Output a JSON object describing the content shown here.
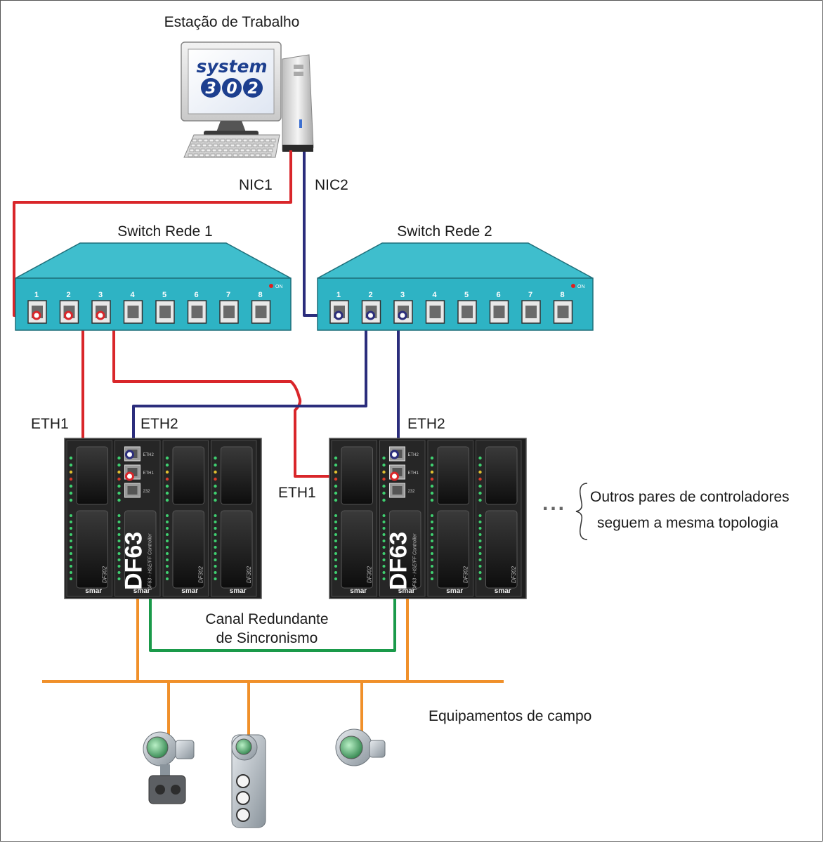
{
  "workstation": {
    "title": "Estação de Trabalho",
    "logo_line1": "system",
    "logo_digits": [
      "3",
      "0",
      "2"
    ],
    "nic1_label": "NIC1",
    "nic2_label": "NIC2"
  },
  "switches": [
    {
      "title": "Switch Rede 1",
      "ports": [
        "1",
        "2",
        "3",
        "4",
        "5",
        "6",
        "7",
        "8"
      ],
      "on_label": "ON"
    },
    {
      "title": "Switch Rede 2",
      "ports": [
        "1",
        "2",
        "3",
        "4",
        "5",
        "6",
        "7",
        "8"
      ],
      "on_label": "ON"
    }
  ],
  "controllers": {
    "eth1_label": "ETH1",
    "eth2_label": "ETH2",
    "model": "DF63",
    "model_sub": "DF63 - HSE/FF Controller",
    "module_label": "DF302",
    "brand": "smar",
    "port_labels": [
      "ETH2",
      "ETH1",
      "232"
    ]
  },
  "note": {
    "ellipsis": "...",
    "line1": "Outros pares de controladores",
    "line2": "seguem a mesma topologia"
  },
  "sync_channel": {
    "line1": "Canal Redundante",
    "line2": "de Sincronismo"
  },
  "field": {
    "label": "Equipamentos de campo"
  },
  "colors": {
    "net1": "#d9262a",
    "net2": "#2b2d7c",
    "sync": "#1a9a4a",
    "fieldbus": "#f0902a",
    "switch_body": "#2eb3c4",
    "switch_top": "#3fbecd",
    "rack": "#1e1e1e"
  }
}
